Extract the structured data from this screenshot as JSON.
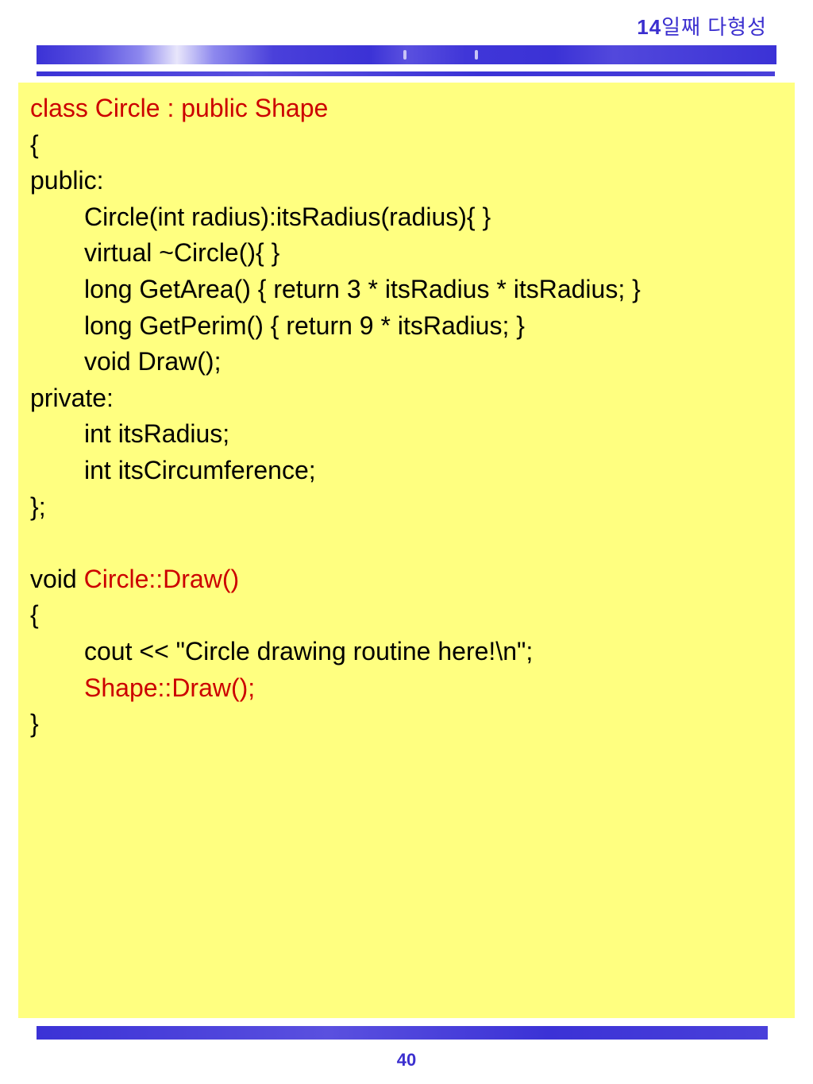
{
  "header": {
    "day_number": "14",
    "title_rest": "일째 다형성"
  },
  "code": {
    "lines": [
      {
        "indent": false,
        "parts": [
          {
            "text": "class Circle : public Shape",
            "color": "red"
          }
        ]
      },
      {
        "indent": false,
        "parts": [
          {
            "text": "{",
            "color": "black"
          }
        ]
      },
      {
        "indent": false,
        "parts": [
          {
            "text": "public:",
            "color": "black"
          }
        ]
      },
      {
        "indent": true,
        "parts": [
          {
            "text": "Circle(int radius):itsRadius(radius){ }",
            "color": "black"
          }
        ]
      },
      {
        "indent": true,
        "parts": [
          {
            "text": "virtual ~Circle(){ }",
            "color": "black"
          }
        ]
      },
      {
        "indent": true,
        "parts": [
          {
            "text": "long GetArea() { return 3 * itsRadius * itsRadius; }",
            "color": "black"
          }
        ]
      },
      {
        "indent": true,
        "parts": [
          {
            "text": "long GetPerim() { return 9 * itsRadius; }",
            "color": "black"
          }
        ]
      },
      {
        "indent": true,
        "parts": [
          {
            "text": "void Draw();",
            "color": "black"
          }
        ]
      },
      {
        "indent": false,
        "parts": [
          {
            "text": "private:",
            "color": "black"
          }
        ]
      },
      {
        "indent": true,
        "parts": [
          {
            "text": "int itsRadius;",
            "color": "black"
          }
        ]
      },
      {
        "indent": true,
        "parts": [
          {
            "text": "int itsCircumference;",
            "color": "black"
          }
        ]
      },
      {
        "indent": false,
        "parts": [
          {
            "text": "};",
            "color": "black"
          }
        ]
      },
      {
        "indent": false,
        "parts": []
      },
      {
        "indent": false,
        "parts": [
          {
            "text": "void ",
            "color": "black"
          },
          {
            "text": "Circle::Draw()",
            "color": "red"
          }
        ]
      },
      {
        "indent": false,
        "parts": [
          {
            "text": "{",
            "color": "black"
          }
        ]
      },
      {
        "indent": true,
        "parts": [
          {
            "text": "cout << \"Circle drawing routine here!\\n\";",
            "color": "black"
          }
        ]
      },
      {
        "indent": true,
        "parts": [
          {
            "text": "Shape::Draw();",
            "color": "red"
          }
        ]
      },
      {
        "indent": false,
        "parts": [
          {
            "text": "}",
            "color": "black"
          }
        ]
      }
    ]
  },
  "footer": {
    "page_number": "40"
  },
  "colors": {
    "accent": "#3b32d6",
    "panel_background": "#ffff80",
    "highlight_red": "#cc0000"
  }
}
